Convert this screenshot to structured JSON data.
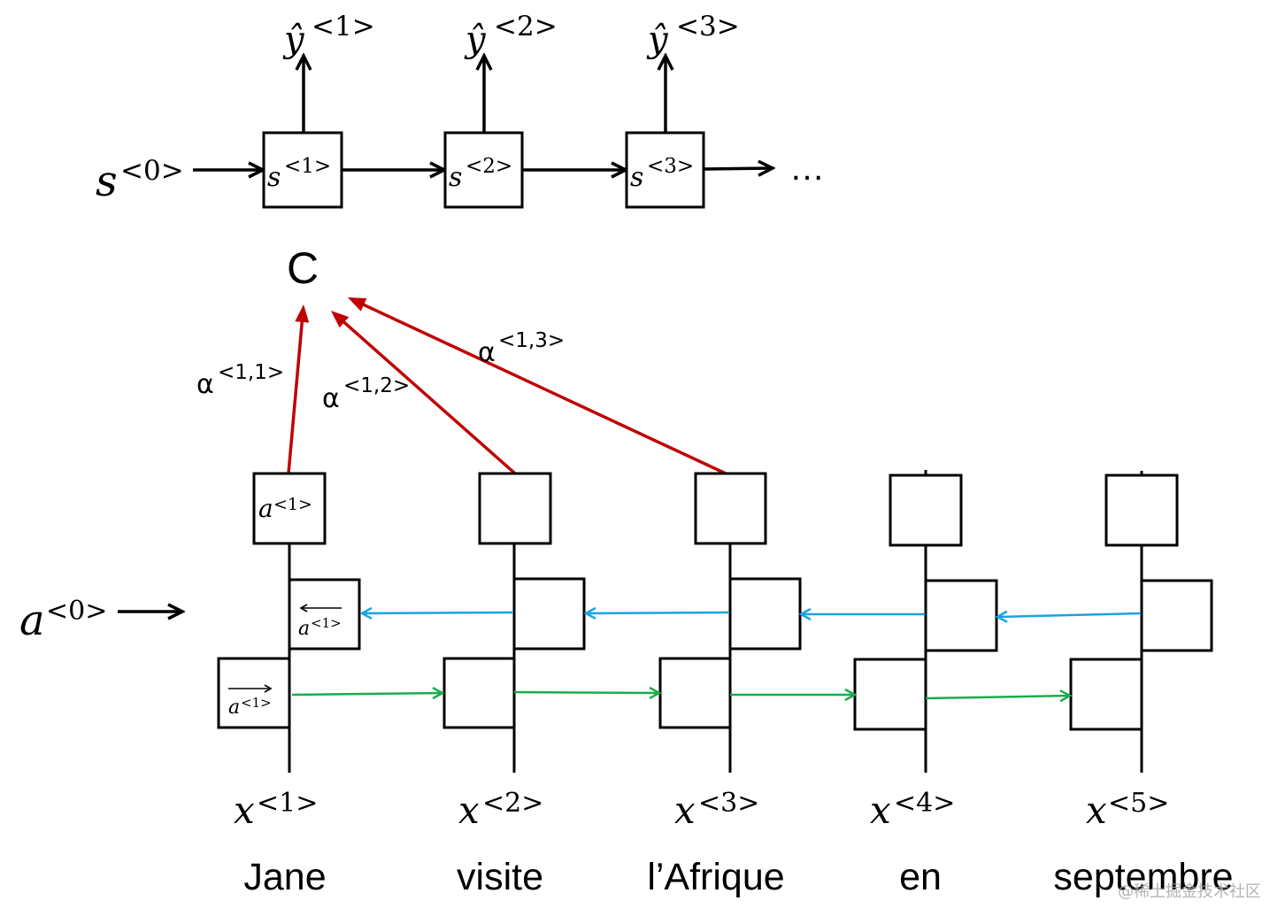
{
  "decoder": {
    "initial_state": {
      "base": "s",
      "sup": "<0>"
    },
    "cells": [
      {
        "state": {
          "base": "s",
          "sup": "<1>"
        },
        "output": {
          "base": "ŷ",
          "sup": "<1>"
        }
      },
      {
        "state": {
          "base": "s",
          "sup": "<2>"
        },
        "output": {
          "base": "ŷ",
          "sup": "<2>"
        }
      },
      {
        "state": {
          "base": "s",
          "sup": "<3>"
        },
        "output": {
          "base": "ŷ",
          "sup": "<3>"
        }
      }
    ],
    "continuation": "…"
  },
  "context": {
    "label": "C"
  },
  "attention": [
    {
      "base": "α",
      "sup": "<1,1>"
    },
    {
      "base": "α",
      "sup": "<1,2>"
    },
    {
      "base": "α",
      "sup": "<1,3>"
    }
  ],
  "encoder": {
    "initial_activation": {
      "base": "a",
      "sup": "<0>"
    },
    "activation": {
      "base": "a",
      "sup": "<1>"
    },
    "backward_activation": {
      "base": "a",
      "sup": "<1>"
    },
    "forward_activation": {
      "base": "a",
      "sup": "<1>"
    },
    "inputs": [
      {
        "base": "x",
        "sup": "<1>",
        "word": "Jane"
      },
      {
        "base": "x",
        "sup": "<2>",
        "word": "visite"
      },
      {
        "base": "x",
        "sup": "<3>",
        "word": "l’Afrique"
      },
      {
        "base": "x",
        "sup": "<4>",
        "word": "en"
      },
      {
        "base": "x",
        "sup": "<5>",
        "word": "septembre"
      }
    ]
  },
  "colors": {
    "stroke": "#000000",
    "attention": "#c00000",
    "backward": "#1aa3e0",
    "forward": "#19ad4c",
    "watermark": "#a8a8a8"
  },
  "watermark": "@稀土掘金技术社区"
}
